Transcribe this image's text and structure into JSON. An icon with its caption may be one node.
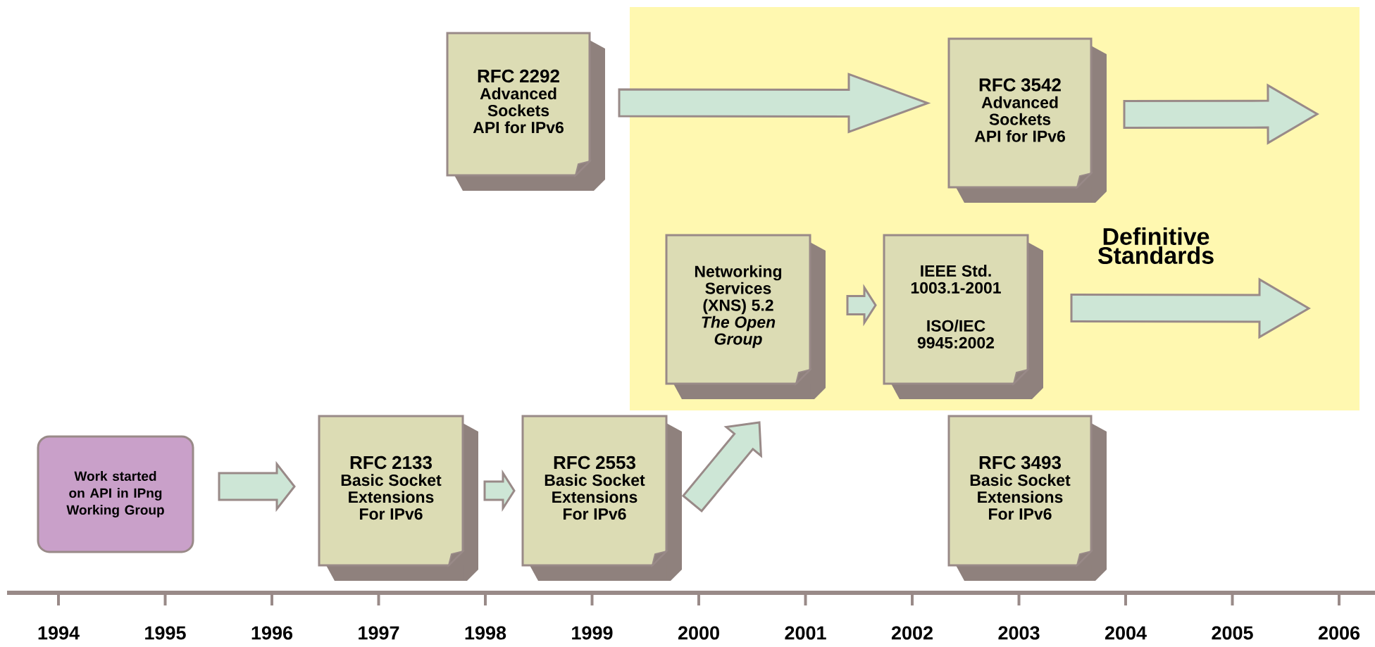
{
  "diagram": {
    "nodes": [
      {
        "text": [
          "RFC 2292",
          "Advanced Sockets API for IPv6"
        ]
      },
      {
        "text": [
          "Definitive Standards"
        ]
      },
      {
        "text": [
          "RFC 3542",
          "Advanced Sockets API for IPv6"
        ],
        "in": 1
      },
      {
        "text": [
          "Networking Services (XNS) 5.2",
          "The Open Group"
        ],
        "in": 1
      },
      {
        "text": [
          "IEEE Std. 1003.1-2001",
          "ISO/IEC 9945:2002"
        ],
        "in": 1
      },
      {
        "text": [
          "Work started on API in IPng Working Group"
        ]
      },
      {
        "text": [
          "RFC 2133",
          "Basic Socket Extensions For IPv6"
        ]
      },
      {
        "text": [
          "RFC 2553",
          "Basic Socket Extensions For IPv6"
        ]
      },
      {
        "text": [
          "RFC 3493",
          "Basic Socket Extensions For IPv6"
        ]
      }
    ],
    "edges": [
      {
        "from": 0,
        "to": 2,
        "arrow": "to"
      },
      {
        "from": 2,
        "to": null,
        "arrow": "to"
      },
      {
        "from": 3,
        "to": 4,
        "arrow": "to"
      },
      {
        "from": 4,
        "to": null,
        "arrow": "to"
      },
      {
        "from": 5,
        "to": 6,
        "arrow": "to"
      },
      {
        "from": 6,
        "to": 7,
        "arrow": "to"
      },
      {
        "from": 7,
        "to": 3,
        "arrow": "to"
      }
    ],
    "labels": [
      "1994",
      "1995",
      "1996",
      "1997",
      "1998",
      "1999",
      "2000",
      "2001",
      "2002",
      "2003",
      "2004",
      "2005",
      "2006"
    ]
  }
}
